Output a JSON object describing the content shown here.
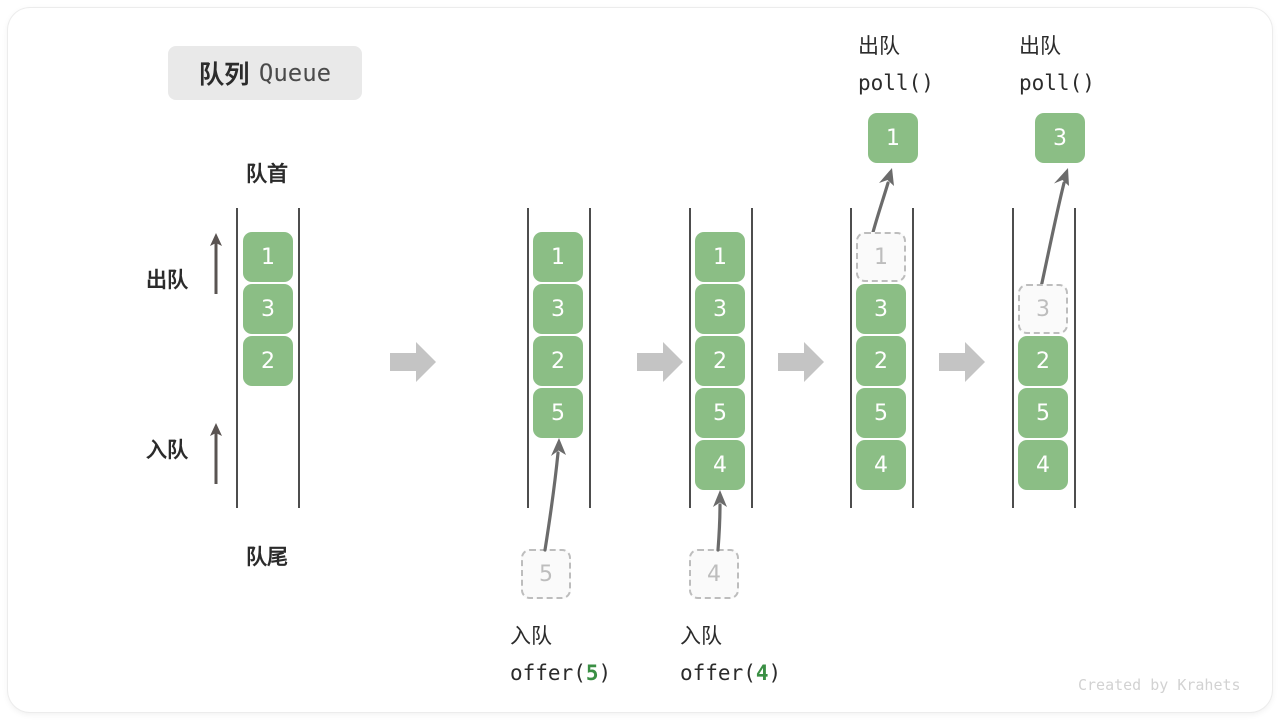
{
  "diagram": {
    "title_cn": "队列",
    "title_en": "Queue",
    "watermark": "Created by Krahets",
    "colors": {
      "element_green": "#8bbe85",
      "ghost_fill": "#fafafa",
      "ghost_border": "#bdbdbd",
      "rail": "#4d4d4d",
      "flow_arrow": "#c4c4c4",
      "badge_bg": "#e9e9e9",
      "code_arg_green": "#3a8f44",
      "text": "#2b2b2b"
    },
    "annotations": {
      "head_label": "队首",
      "tail_label": "队尾",
      "dequeue_dir_label": "出队",
      "enqueue_dir_label": "入队"
    },
    "stages": [
      {
        "id": "stage-initial",
        "elements": [
          "1",
          "3",
          "2"
        ],
        "ghost": null,
        "op_cn": "",
        "op_code": "",
        "op_arg": "",
        "popped": null
      },
      {
        "id": "stage-offer-5",
        "elements": [
          "1",
          "3",
          "2",
          "5"
        ],
        "ghost": "5",
        "ghost_position": "below",
        "op_cn": "入队",
        "op_code_prefix": "offer(",
        "op_arg": "5",
        "op_code_suffix": ")",
        "popped": null
      },
      {
        "id": "stage-offer-4",
        "elements": [
          "1",
          "3",
          "2",
          "5",
          "4"
        ],
        "ghost": "4",
        "ghost_position": "below",
        "op_cn": "入队",
        "op_code_prefix": "offer(",
        "op_arg": "4",
        "op_code_suffix": ")",
        "popped": null
      },
      {
        "id": "stage-poll-1",
        "elements": [
          "3",
          "2",
          "5",
          "4"
        ],
        "ghost": "1",
        "ghost_position": "head",
        "op_cn": "出队",
        "op_code_prefix": "poll(",
        "op_arg": "",
        "op_code_suffix": ")",
        "popped": "1"
      },
      {
        "id": "stage-poll-3",
        "elements": [
          "2",
          "5",
          "4"
        ],
        "ghost": "3",
        "ghost_position": "head",
        "op_cn": "出队",
        "op_code_prefix": "poll(",
        "op_arg": "",
        "op_code_suffix": ")",
        "popped": "3"
      }
    ]
  }
}
